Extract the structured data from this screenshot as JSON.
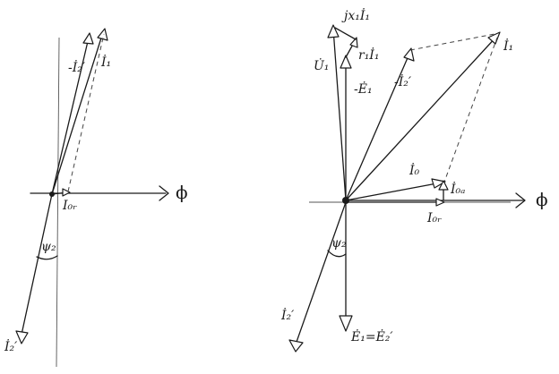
{
  "left_diagram": {
    "labels": {
      "I2_prime_neg": "-İ₂′",
      "I1": "İ₁",
      "I0r": "I₀ᵣ",
      "psi2": "ψ₂",
      "I2_prime": "İ₂′",
      "phi": "ϕ"
    }
  },
  "right_diagram": {
    "labels": {
      "jxI1": "jx₁İ₁",
      "rI1": "r₁İ₁",
      "U1": "U̇₁",
      "E1_neg": "-Ė₁",
      "I2_prime_neg": "-İ₂′",
      "I1": "İ₁",
      "I0": "İ₀",
      "I0a": "İ₀ₐ",
      "I0r": "I₀ᵣ",
      "psi2": "ψ₂",
      "I2_prime": "İ₂′",
      "E1_eq_E2": "Ė₁=Ė₂′",
      "phi": "ϕ"
    }
  }
}
